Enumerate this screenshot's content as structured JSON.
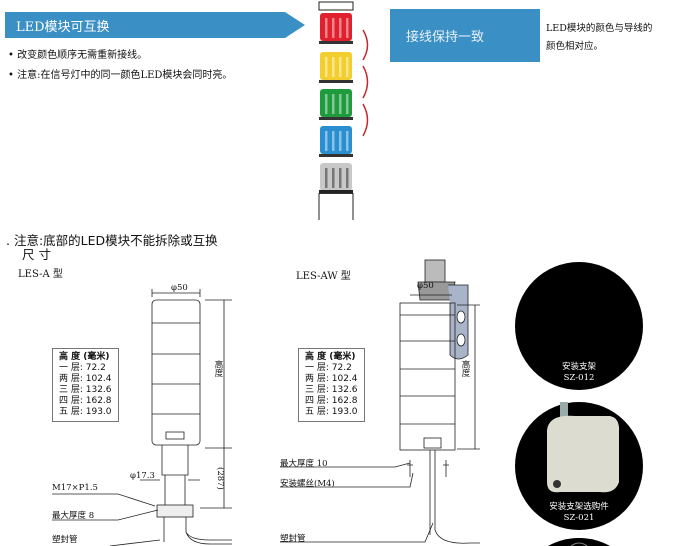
{
  "banner": {
    "title": "LED模块可互换",
    "color": "#3a8fc4"
  },
  "bullets": [
    "• 改变颜色顺序无需重新接线。",
    "• 注意:在信号灯中的同一颜色LED模块会同时亮。"
  ],
  "stack_colors": [
    "#e0202e",
    "#f2cf2e",
    "#1f9a3c",
    "#2a8fd0",
    "#c8c8c8"
  ],
  "wiring_box": {
    "title": "接线保持一致"
  },
  "wiring_note": [
    "LED模块的颜色与导线的",
    "颜色相对应。"
  ],
  "note": ". 注意:底部的LED模块不能拆除或互换",
  "dimensions_heading": "尺 寸",
  "model_a": {
    "name": "LES-A 型",
    "diameter": "φ50",
    "height_label": "高度",
    "base_len": "(287)",
    "pipe_dia": "φ17.3",
    "thread": "M17×P1.5",
    "max_thickness": "最大厚度 8",
    "tube": "塑封管"
  },
  "model_aw": {
    "name": "LES-AW 型",
    "diameter": "φ50",
    "height_label": "高度",
    "max_thickness": "最大厚度 10",
    "screw": "安装螺丝(M4)",
    "tube": "塑封管"
  },
  "height_table": {
    "header": "高 度 (毫米)",
    "rows": [
      "一 层:  72.2",
      "两 层: 102.4",
      "三 层: 132.6",
      "四 层: 162.8",
      "五 层: 193.0"
    ]
  },
  "accessories": [
    {
      "name": "安装支架",
      "code": "SZ-012"
    },
    {
      "name": "安装支架选购件",
      "code": "SZ-021"
    }
  ]
}
